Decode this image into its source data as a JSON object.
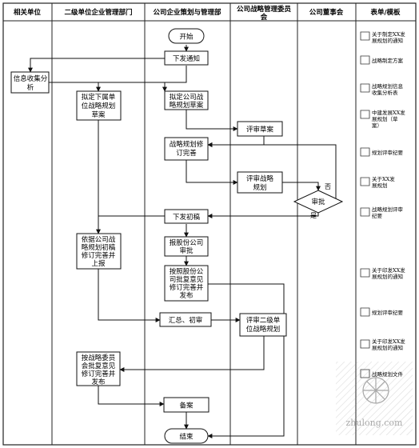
{
  "lanes": [
    "相关单位",
    "二级单位企业管理部门",
    "公司企业策划与管理部",
    "公司战略管理委员会",
    "公司董事会",
    "表单/模板"
  ],
  "nodes": {
    "start": "开始",
    "issue_notice": "下发通知",
    "info_collect": [
      "信息收集分",
      "析"
    ],
    "draft_sub": [
      "拟定下属单",
      "位战略规划",
      "草案"
    ],
    "draft_company": [
      "拟定公司战",
      "略规划草案"
    ],
    "review_draft": "评审草案",
    "revise_plan": [
      "战略规划修",
      "订完善"
    ],
    "review_plan": [
      "评审战略",
      "规划"
    ],
    "approve": "审批",
    "issue_draft": "下发初稿",
    "revise_submit": [
      "依据公司战",
      "略规划初稿",
      "修订完善并",
      "上报"
    ],
    "submit_group": [
      "报股份公司",
      "审批"
    ],
    "revise_by_group": [
      "按照股份公",
      "司批复意见",
      "修订完善并",
      "发布"
    ],
    "review_sub_plan": [
      "评审二级单",
      "位战略规划"
    ],
    "summary": "汇总、初审",
    "revise_by_committee": [
      "按战略委员",
      "会批复意见",
      "修订完善并",
      "发布"
    ],
    "archive": "备案",
    "end": "结束"
  },
  "edge_labels": {
    "no": "否",
    "yes": "是"
  },
  "forms": [
    [
      "关于制定XX发",
      "展规划的通知"
    ],
    [
      "战略制定方案"
    ],
    [
      "战略规划信息",
      "收集分析表"
    ],
    [
      "中建发展XX发",
      "展规划（草",
      "案）"
    ],
    [
      "规划评审纪要"
    ],
    [
      "关于XX发",
      "展规划"
    ],
    [
      "战略规划评审",
      "纪要"
    ],
    [
      "关于印发XX发",
      "展规划的通知"
    ],
    [
      "规划评审纪要"
    ],
    [
      "关于印发XX发",
      "展规划的通知"
    ],
    [
      "战略规划文件"
    ]
  ],
  "watermark": "zhulong.com",
  "colors": {
    "line": "#1a1a1a",
    "box_fill": "#ffffff",
    "lane_border": "#222222",
    "watermark": "#9a9a9a"
  }
}
